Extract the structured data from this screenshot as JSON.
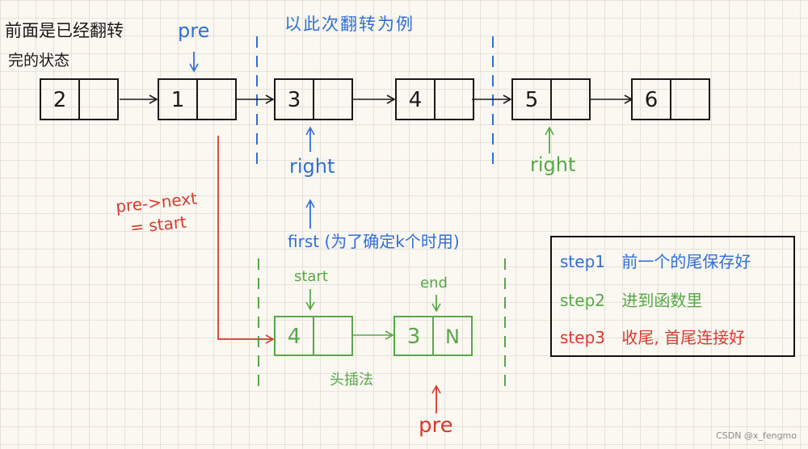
{
  "colors": {
    "black": "#1a1a1a",
    "blue": "#2f6fd6",
    "green": "#58a84a",
    "red": "#d93a30"
  },
  "notes": {
    "top_left_line1": "前面是已经翻转",
    "top_left_line2": "完的状态",
    "section_title": "以此次翻转为例",
    "pre_top": "pre",
    "right_blue": "right",
    "right_green": "right",
    "first_note": "first (为了确定k个时用)",
    "pre_next_line1": "pre->next",
    "pre_next_line2": "= start",
    "start_label": "start",
    "end_label": "end",
    "head_insert": "头插法",
    "pre_bottom": "pre"
  },
  "top_list": [
    "2",
    "1",
    "3",
    "4",
    "5",
    "6"
  ],
  "bottom_list": [
    "4",
    "3"
  ],
  "bottom_null": "N",
  "legend": {
    "step1_label": "step1",
    "step1_text": "前一个的尾保存好",
    "step2_label": "step2",
    "step2_text": "进到函数里",
    "step3_label": "step3",
    "step3_text": "收尾, 首尾连接好"
  },
  "watermark": "CSDN @x_fengmo"
}
